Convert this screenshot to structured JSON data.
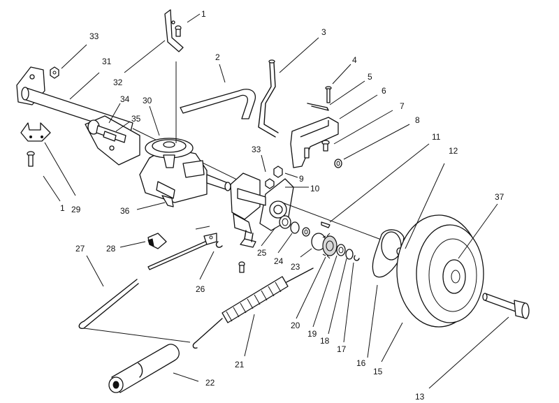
{
  "callouts": [
    {
      "id": "c1a",
      "text": "1"
    },
    {
      "id": "c1b",
      "text": "1"
    },
    {
      "id": "c2",
      "text": "2"
    },
    {
      "id": "c3",
      "text": "3"
    },
    {
      "id": "c4",
      "text": "4"
    },
    {
      "id": "c5",
      "text": "5"
    },
    {
      "id": "c6",
      "text": "6"
    },
    {
      "id": "c7",
      "text": "7"
    },
    {
      "id": "c8",
      "text": "8"
    },
    {
      "id": "c9",
      "text": "9"
    },
    {
      "id": "c10",
      "text": "10"
    },
    {
      "id": "c11",
      "text": "11"
    },
    {
      "id": "c12",
      "text": "12"
    },
    {
      "id": "c13",
      "text": "13"
    },
    {
      "id": "c15",
      "text": "15"
    },
    {
      "id": "c16",
      "text": "16"
    },
    {
      "id": "c17",
      "text": "17"
    },
    {
      "id": "c18",
      "text": "18"
    },
    {
      "id": "c19",
      "text": "19"
    },
    {
      "id": "c20",
      "text": "20"
    },
    {
      "id": "c21",
      "text": "21"
    },
    {
      "id": "c22",
      "text": "22"
    },
    {
      "id": "c23",
      "text": "23"
    },
    {
      "id": "c24",
      "text": "24"
    },
    {
      "id": "c25",
      "text": "25"
    },
    {
      "id": "c26",
      "text": "26"
    },
    {
      "id": "c27",
      "text": "27"
    },
    {
      "id": "c28",
      "text": "28"
    },
    {
      "id": "c29",
      "text": "29"
    },
    {
      "id": "c30",
      "text": "30"
    },
    {
      "id": "c31",
      "text": "31"
    },
    {
      "id": "c32",
      "text": "32"
    },
    {
      "id": "c33a",
      "text": "33"
    },
    {
      "id": "c33b",
      "text": "33"
    },
    {
      "id": "c34",
      "text": "34"
    },
    {
      "id": "c35",
      "text": "35"
    },
    {
      "id": "c36",
      "text": "36"
    },
    {
      "id": "c37",
      "text": "37"
    }
  ]
}
